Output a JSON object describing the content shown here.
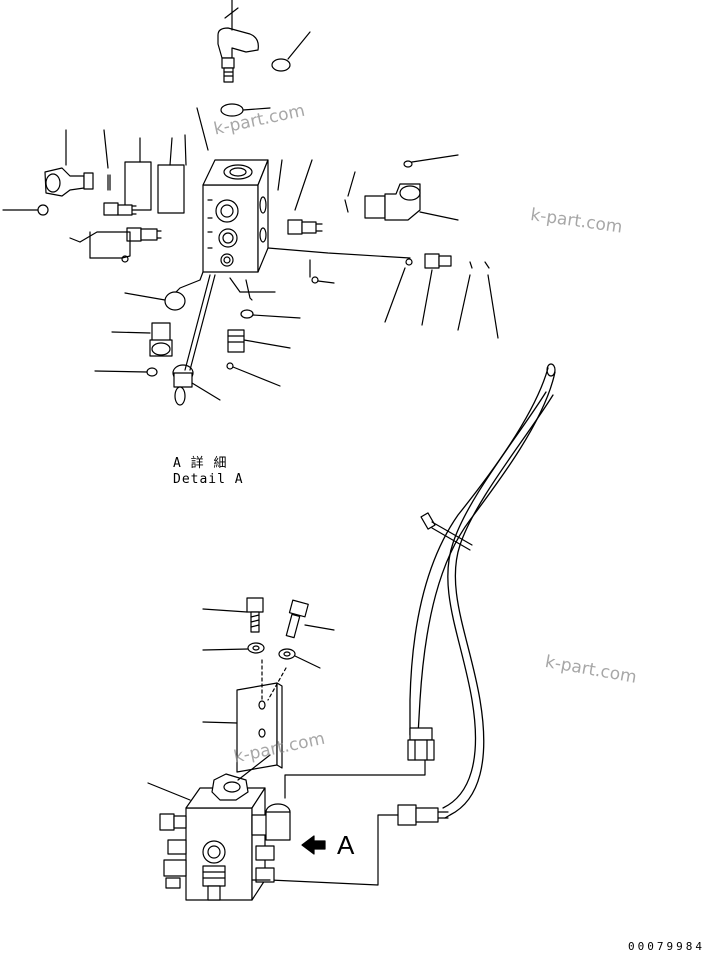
{
  "detail": {
    "title_jp": "A 詳 細",
    "title_en": "Detail A"
  },
  "view_marker": {
    "letter": "A",
    "arrow_icon": "arrow-left-icon"
  },
  "watermarks": [
    "k-part.com",
    "k-part.com",
    "k-part.com",
    "k-part.com"
  ],
  "document_number": "00079984",
  "colors": {
    "ink": "#000000",
    "watermark": "#8a8a8a"
  }
}
